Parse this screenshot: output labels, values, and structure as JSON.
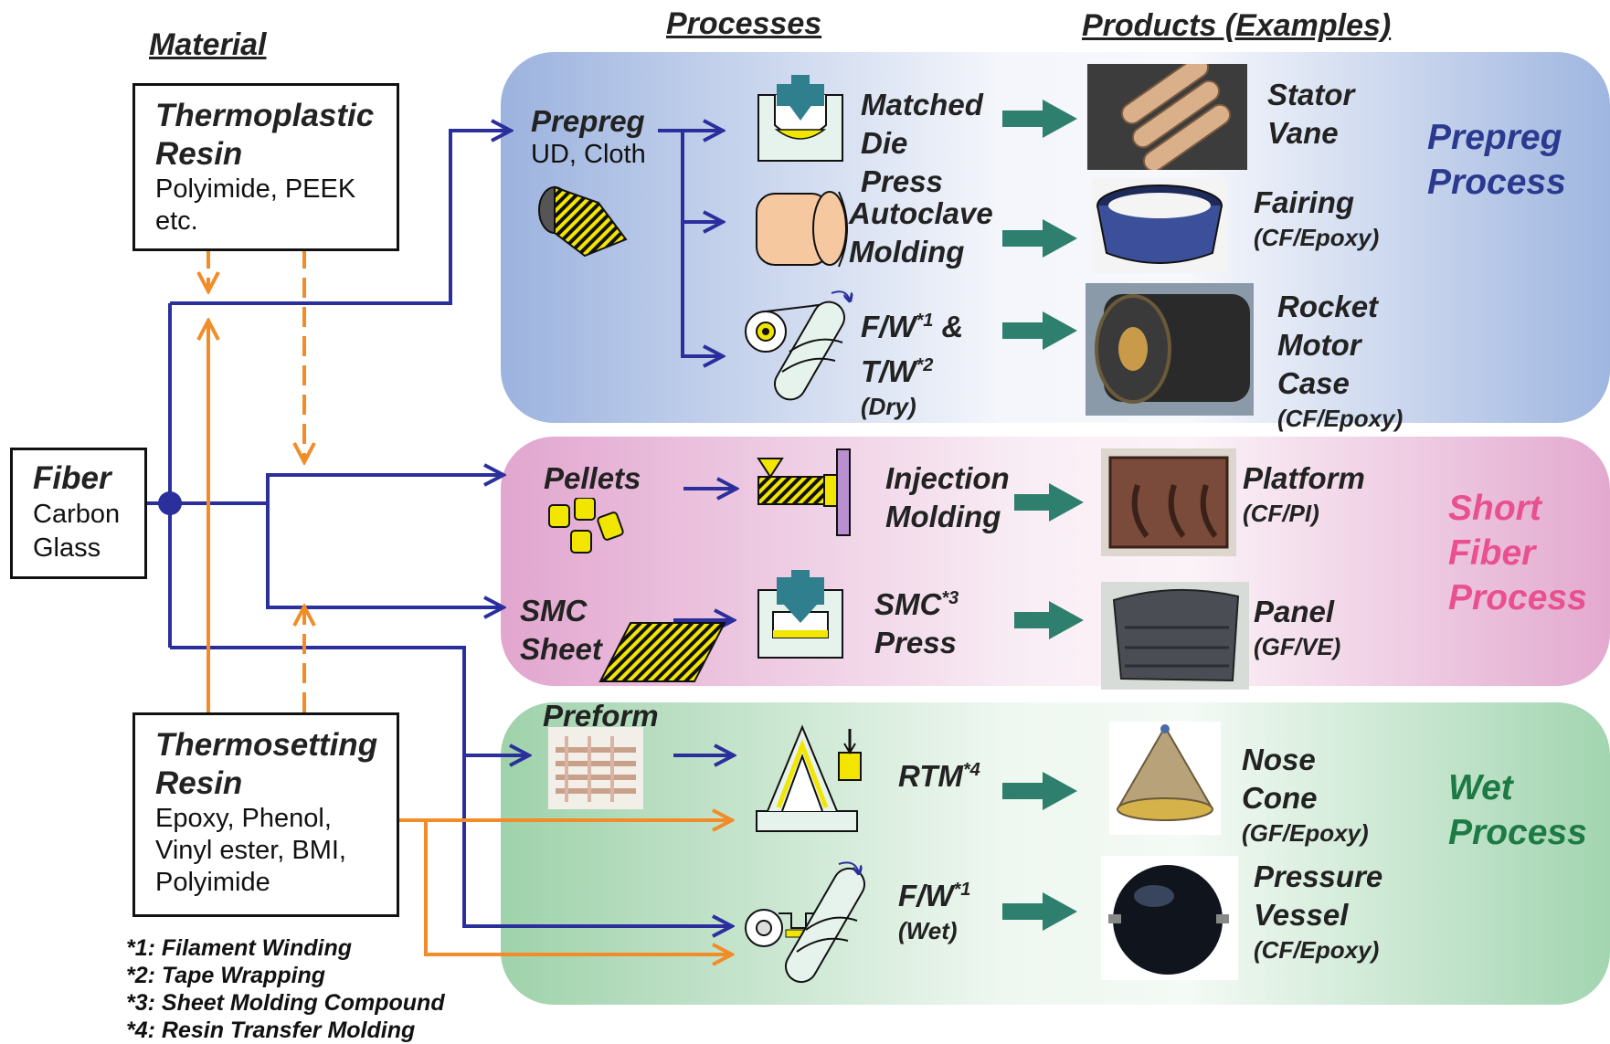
{
  "headers": {
    "material": "Material",
    "processes": "Processes",
    "products": "Products (Examples)"
  },
  "materials": {
    "thermoplastic": {
      "title_1": "Thermoplastic",
      "title_2": "Resin",
      "line_1": "Polyimide, PEEK",
      "line_2": "etc."
    },
    "fiber": {
      "title": "Fiber",
      "line_1": "Carbon",
      "line_2": "Glass"
    },
    "thermosetting": {
      "title_1": "Thermosetting",
      "title_2": "Resin",
      "line_1": "Epoxy, Phenol,",
      "line_2": "Vinyl ester, BMI,",
      "line_3": "Polyimide"
    }
  },
  "groups": {
    "prepreg": {
      "label_1": "Prepreg",
      "label_2": "Process",
      "color": "#2b3a8f",
      "panel_color": "#8fa9d9"
    },
    "short_fiber": {
      "label_1": "Short",
      "label_2": "Fiber",
      "label_3": "Process",
      "color": "#e8508f",
      "panel_color": "#e4a8cf"
    },
    "wet": {
      "label_1": "Wet",
      "label_2": "Process",
      "color": "#1e7a45",
      "panel_color": "#9fd3ad"
    }
  },
  "intermediates": {
    "prepreg": {
      "title": "Prepreg",
      "sub": "UD, Cloth"
    },
    "pellets": {
      "title": "Pellets"
    },
    "smc": {
      "title_1": "SMC",
      "title_2": "Sheet"
    },
    "preform": {
      "title": "Preform"
    }
  },
  "processes": {
    "matched_die": {
      "line_1": "Matched",
      "line_2": "Die",
      "line_3": "Press"
    },
    "autoclave": {
      "line_1": "Autoclave",
      "line_2": "Molding"
    },
    "fw_tw": {
      "line_1": "F/W",
      "sup_1": "*1",
      "amp": " &",
      "line_2": "T/W",
      "sup_2": "*2",
      "line_3": "(Dry)"
    },
    "injection": {
      "line_1": "Injection",
      "line_2": "Molding"
    },
    "smc_press": {
      "line_1": "SMC",
      "sup": "*3",
      "line_2": "Press"
    },
    "rtm": {
      "line_1": "RTM",
      "sup": "*4"
    },
    "fw_wet": {
      "line_1": "F/W",
      "sup": "*1",
      "line_2": "(Wet)"
    }
  },
  "products": {
    "stator_vane": {
      "line_1": "Stator",
      "line_2": "Vane"
    },
    "fairing": {
      "line_1": "Fairing",
      "line_2": "(CF/Epoxy)"
    },
    "rocket_motor": {
      "line_1": "Rocket",
      "line_2": "Motor",
      "line_3": "Case",
      "line_4": "(CF/Epoxy)"
    },
    "platform": {
      "line_1": "Platform",
      "line_2": "(CF/PI)"
    },
    "panel": {
      "line_1": "Panel",
      "line_2": "(GF/VE)"
    },
    "nose_cone": {
      "line_1": "Nose",
      "line_2": "Cone",
      "line_3": "(GF/Epoxy)"
    },
    "pressure_vessel": {
      "line_1": "Pressure",
      "line_2": "Vessel",
      "line_3": "(CF/Epoxy)"
    }
  },
  "footnotes": [
    "*1: Filament Winding",
    "*2: Tape Wrapping",
    "*3: Sheet Molding Compound",
    "*4: Resin Transfer Molding"
  ],
  "colors": {
    "fiber_flow": "#2b2f9c",
    "resin_flow": "#f28c28",
    "product_arrow": "#2f7f6e"
  }
}
